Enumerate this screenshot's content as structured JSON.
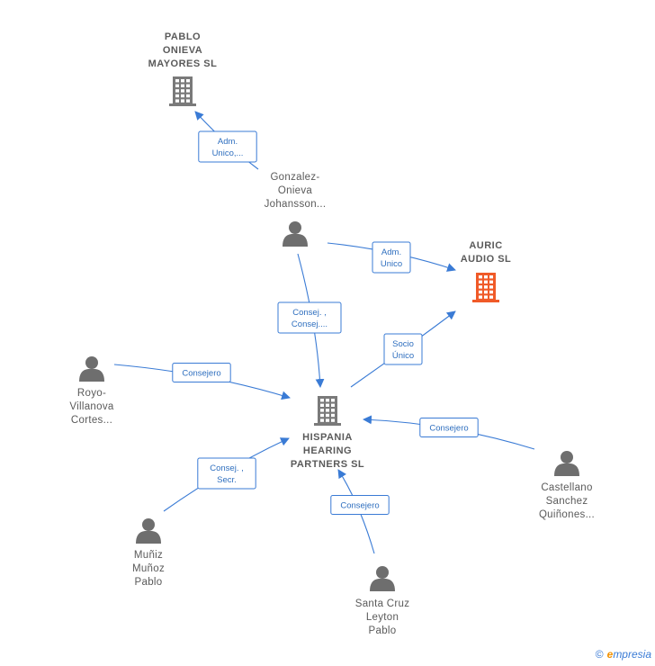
{
  "colors": {
    "edge": "#3a7bd5",
    "company": "#7a7a7a",
    "company_highlight": "#f05a28",
    "person": "#6e6e6e",
    "text": "#5a5a5a"
  },
  "nodes": [
    {
      "id": "pablo",
      "type": "company",
      "lines": [
        "PABLO",
        "ONIEVA",
        "MAYORES  SL"
      ],
      "highlight": false
    },
    {
      "id": "auric",
      "type": "company",
      "lines": [
        "AURIC",
        "AUDIO  SL"
      ],
      "highlight": true
    },
    {
      "id": "hispania",
      "type": "company",
      "lines": [
        "HISPANIA",
        "HEARING",
        "PARTNERS  SL"
      ],
      "highlight": false
    },
    {
      "id": "gonzalez",
      "type": "person",
      "lines": [
        "Gonzalez-",
        "Onieva",
        "Johansson..."
      ]
    },
    {
      "id": "royo",
      "type": "person",
      "lines": [
        "Royo-",
        "Villanova",
        "Cortes..."
      ]
    },
    {
      "id": "castellano",
      "type": "person",
      "lines": [
        "Castellano",
        "Sanchez",
        "Quiñones..."
      ]
    },
    {
      "id": "muniz",
      "type": "person",
      "lines": [
        "Muñiz",
        "Muñoz",
        "Pablo"
      ]
    },
    {
      "id": "santacruz",
      "type": "person",
      "lines": [
        "Santa Cruz",
        "Leyton",
        "Pablo"
      ]
    }
  ],
  "edges": [
    {
      "from": "gonzalez",
      "to": "pablo",
      "label": [
        "Adm.",
        "Unico,..."
      ]
    },
    {
      "from": "gonzalez",
      "to": "auric",
      "label": [
        "Adm.",
        "Unico"
      ]
    },
    {
      "from": "gonzalez",
      "to": "hispania",
      "label": [
        "Consej. ,",
        "Consej...."
      ]
    },
    {
      "from": "hispania",
      "to": "auric",
      "label": [
        "Socio",
        "Único"
      ]
    },
    {
      "from": "royo",
      "to": "hispania",
      "label": [
        "Consejero"
      ]
    },
    {
      "from": "castellano",
      "to": "hispania",
      "label": [
        "Consejero"
      ]
    },
    {
      "from": "muniz",
      "to": "hispania",
      "label": [
        "Consej. ,",
        "Secr."
      ]
    },
    {
      "from": "santacruz",
      "to": "hispania",
      "label": [
        "Consejero"
      ]
    }
  ],
  "footer": {
    "copyright": "©",
    "brand_initial": "e",
    "brand_rest": "mpresia"
  }
}
